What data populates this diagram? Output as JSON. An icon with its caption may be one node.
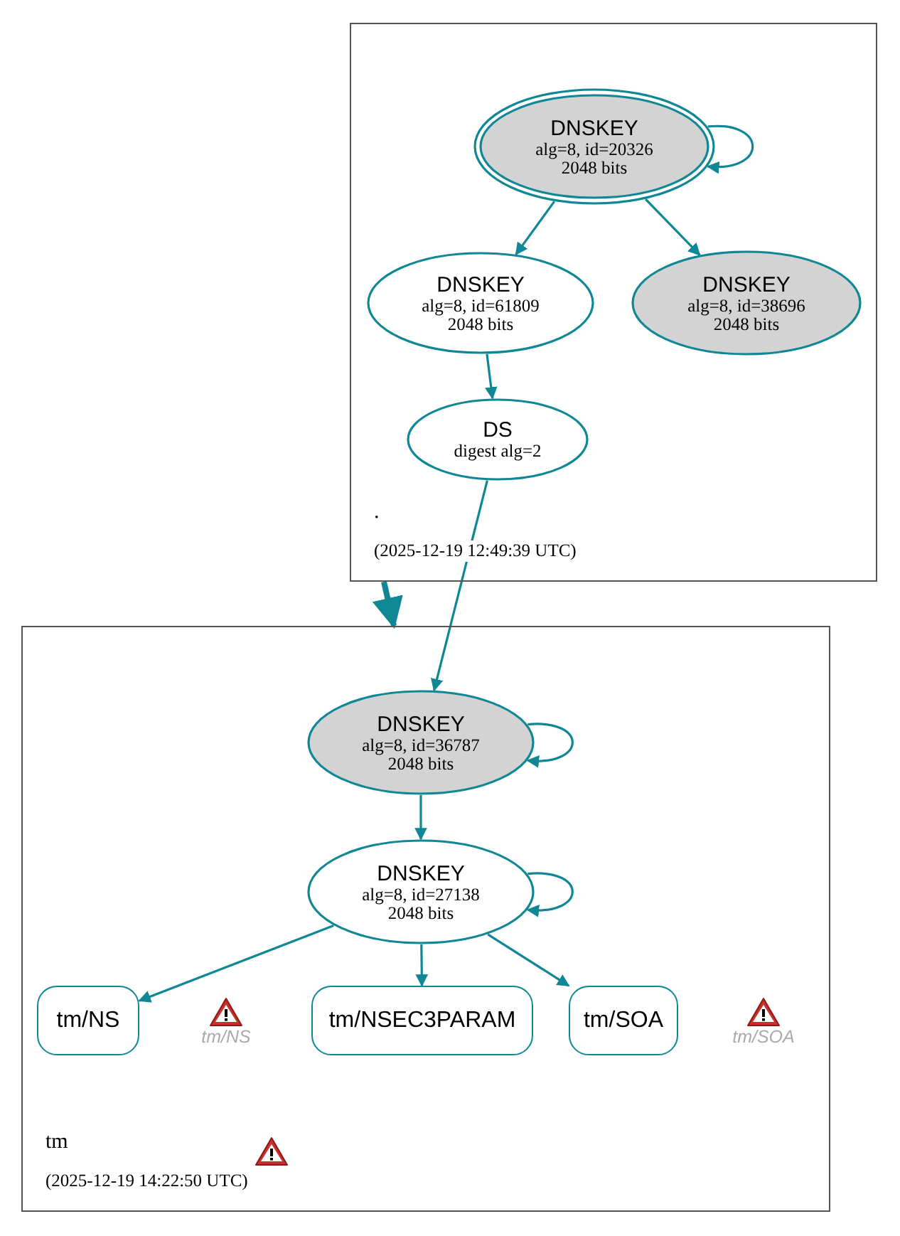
{
  "diagram": {
    "nodes": [
      {
        "text": [
          ".",
          "(2025-12-19 12:49:39 UTC)"
        ]
      },
      {
        "text": [
          "DNSKEY",
          "alg=8, id=20326",
          "2048 bits"
        ],
        "in": 0
      },
      {
        "text": [
          "DNSKEY",
          "alg=8, id=61809",
          "2048 bits"
        ],
        "in": 0
      },
      {
        "text": [
          "DNSKEY",
          "alg=8, id=38696",
          "2048 bits"
        ],
        "in": 0
      },
      {
        "text": [
          "DS",
          "digest alg=2"
        ],
        "in": 0
      },
      {
        "text": [
          "tm",
          "(2025-12-19 14:22:50 UTC)"
        ]
      },
      {
        "text": [
          "DNSKEY",
          "alg=8, id=36787",
          "2048 bits"
        ],
        "in": 5
      },
      {
        "text": [
          "DNSKEY",
          "alg=8, id=27138",
          "2048 bits"
        ],
        "in": 5
      },
      {
        "text": [
          "tm/NS"
        ],
        "in": 5
      },
      {
        "text": [
          "tm/NS"
        ],
        "in": 5
      },
      {
        "text": [
          "tm/NSEC3PARAM"
        ],
        "in": 5
      },
      {
        "text": [
          "tm/SOA"
        ],
        "in": 5
      },
      {
        "text": [
          "tm/SOA"
        ],
        "in": 5
      }
    ],
    "edges": [
      {
        "from": 1,
        "to": 1,
        "arrow": "to"
      },
      {
        "from": 1,
        "to": 2,
        "arrow": "to"
      },
      {
        "from": 1,
        "to": 3,
        "arrow": "to"
      },
      {
        "from": 2,
        "to": 4,
        "arrow": "to"
      },
      {
        "from": 0,
        "to": 5,
        "arrow": "to",
        "style": "thick"
      },
      {
        "from": 4,
        "to": 6,
        "arrow": "to"
      },
      {
        "from": 6,
        "to": 6,
        "arrow": "to"
      },
      {
        "from": 6,
        "to": 7,
        "arrow": "to"
      },
      {
        "from": 7,
        "to": 7,
        "arrow": "to"
      },
      {
        "from": 7,
        "to": 8,
        "arrow": "to"
      },
      {
        "from": 7,
        "to": 10,
        "arrow": "to"
      },
      {
        "from": 7,
        "to": 11,
        "arrow": "to"
      }
    ]
  }
}
